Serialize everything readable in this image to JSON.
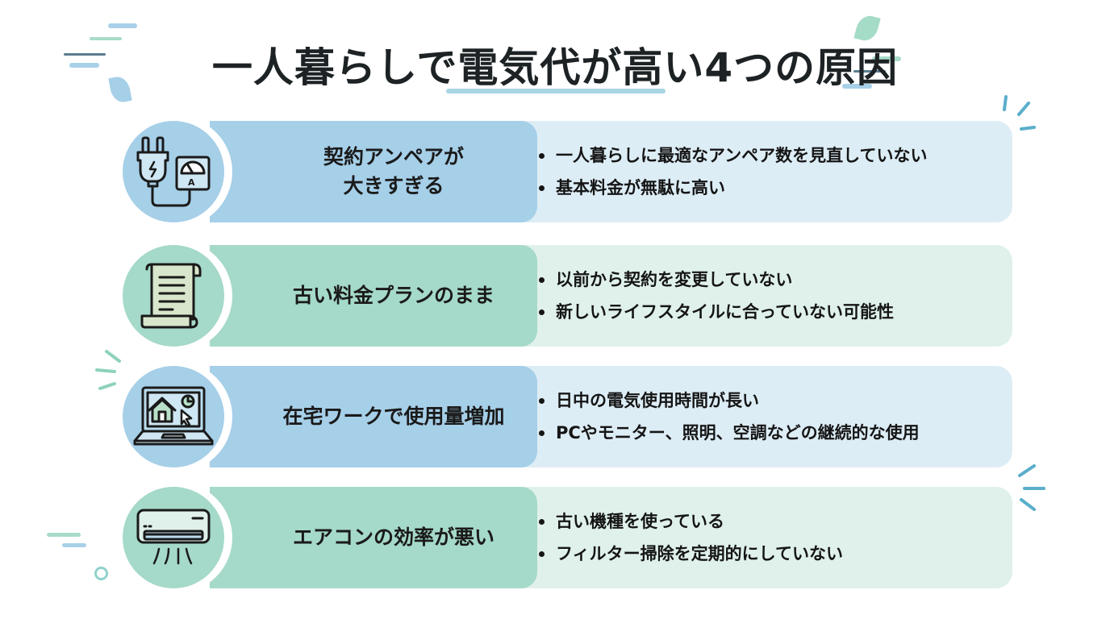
{
  "title": "一人暮らしで電気代が高い4つの原因",
  "colors": {
    "blue_label": "#a6cfe8",
    "blue_detail": "#ddedf6",
    "green_label": "#a5d9c9",
    "green_detail": "#dff1ea",
    "accent_teal": "#5aaecb",
    "title_text": "#1d2225"
  },
  "causes": [
    {
      "theme": "blue",
      "icon": "plug-ammeter-icon",
      "heading": "契約アンペアが\n大きすぎる",
      "bullets": [
        "一人暮らしに最適なアンペア数を見直していない",
        "基本料金が無駄に高い"
      ]
    },
    {
      "theme": "green",
      "icon": "scroll-document-icon",
      "heading": "古い料金プランのまま",
      "bullets": [
        "以前から契約を変更していない",
        "新しいライフスタイルに合っていない可能性"
      ]
    },
    {
      "theme": "blue",
      "icon": "laptop-home-icon",
      "heading": "在宅ワークで使用量増加",
      "bullets": [
        "日中の電気使用時間が長い",
        "PCやモニター、照明、空調などの継続的な使用"
      ]
    },
    {
      "theme": "green",
      "icon": "air-conditioner-icon",
      "heading": "エアコンの効率が悪い",
      "bullets": [
        "古い機種を使っている",
        "フィルター掃除を定期的にしていない"
      ]
    }
  ]
}
